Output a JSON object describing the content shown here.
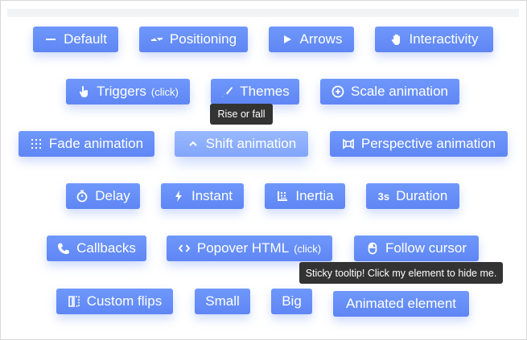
{
  "buttons": {
    "default": "Default",
    "positioning": "Positioning",
    "arrows": "Arrows",
    "interactivity": "Interactivity",
    "triggers": "Triggers",
    "triggers_suffix": "(click)",
    "themes": "Themes",
    "scale_animation": "Scale animation",
    "fade_animation": "Fade animation",
    "shift_animation": "Shift animation",
    "perspective_animation": "Perspective animation",
    "delay": "Delay",
    "instant": "Instant",
    "inertia": "Inertia",
    "duration": "Duration",
    "duration_icon_text": "3s",
    "callbacks": "Callbacks",
    "popover_html": "Popover HTML",
    "popover_suffix": "(click)",
    "follow_cursor": "Follow cursor",
    "custom_flips": "Custom flips",
    "small": "Small",
    "big": "Big",
    "animated_element": "Animated element"
  },
  "tooltips": {
    "rise_or_fall": "Rise or fall",
    "sticky": "Sticky tooltip! Click my element to hide me."
  },
  "colors": {
    "button": "#6a90f8",
    "button_active": "#8fb0fc",
    "tooltip_bg": "#333333"
  },
  "icons": [
    "minus-icon",
    "positioning-icon",
    "play-icon",
    "hand-icon",
    "pointer-icon",
    "brush-icon",
    "plus-circle-icon",
    "grid-icon",
    "chevron-up-icon",
    "perspective-icon",
    "stopwatch-icon",
    "bolt-icon",
    "inertia-icon",
    "phone-icon",
    "code-icon",
    "mouse-icon",
    "flip-icon"
  ]
}
